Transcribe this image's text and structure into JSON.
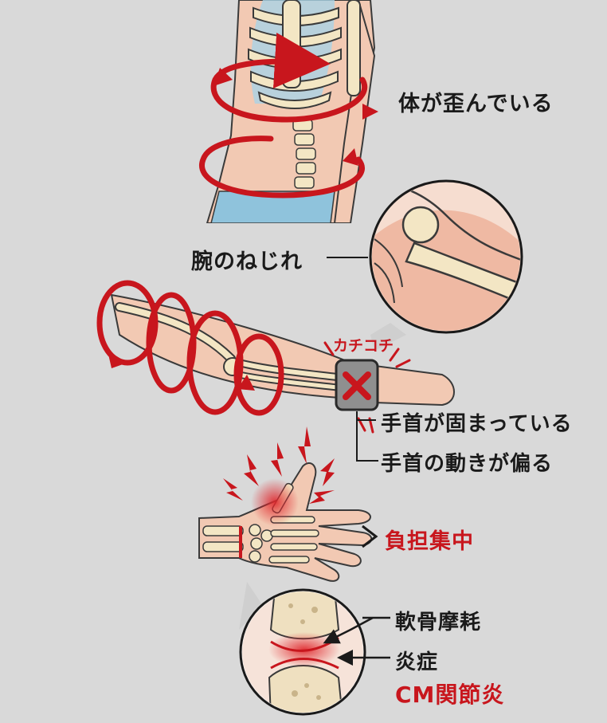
{
  "labels": {
    "body_twist": "体が歪んでいる",
    "arm_twist": "腕のねじれ",
    "stiff_sound": "カチコチ",
    "wrist_stiff": "手首が固まっている",
    "wrist_biased": "手首の動きが偏る",
    "load_focus": "負担集中",
    "cartilage_wear": "軟骨摩耗",
    "inflammation": "炎症",
    "cm_arthritis": "CM関節炎"
  },
  "colors": {
    "background": "#d9d9d9",
    "accent_red": "#c8161d",
    "bone": "#f3e6c4",
    "skin": "#f2c9b3",
    "outline": "#3a3a3a"
  }
}
